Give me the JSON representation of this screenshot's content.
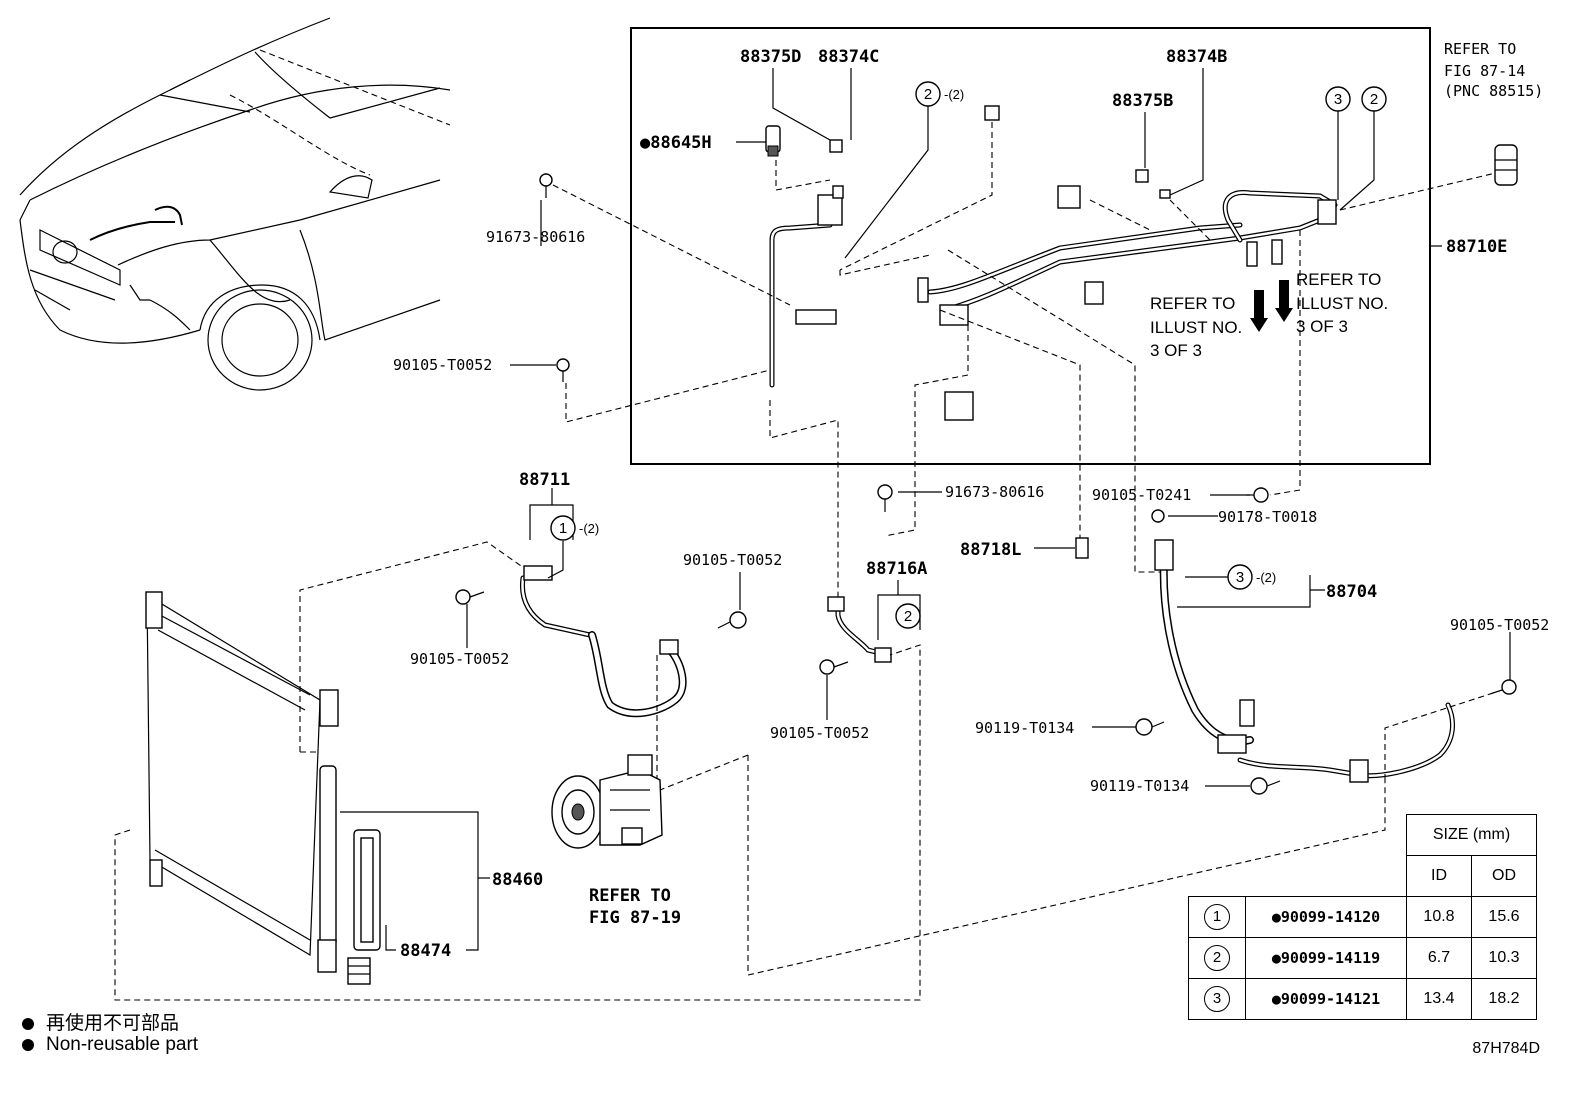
{
  "parts": {
    "p88375D": "88375D",
    "p88374C": "88374C",
    "p88645H": "●88645H",
    "p91673a": "91673-80616",
    "p90105a": "90105-T0052",
    "p88374B": "88374B",
    "p88375B": "88375B",
    "p88710E": "88710E",
    "p88711": "88711",
    "p90105b": "90105-T0052",
    "p90105c": "90105-T0052",
    "p91673b": "91673-80616",
    "p88716A": "88716A",
    "p90105d": "90105-T0052",
    "p90105_t0241": "90105-T0241",
    "p90178": "90178-T0018",
    "p88718L": "88718L",
    "p88704": "88704",
    "p90105e": "90105-T0052",
    "p90119a": "90119-T0134",
    "p90119b": "90119-T0134",
    "p88460": "88460",
    "p88474": "88474"
  },
  "circles": {
    "c2_top": "2",
    "c2_top_qty": "-(2)",
    "c3_right": "3",
    "c2_right": "2",
    "c1_left": "1",
    "c1_left_qty": "-(2)",
    "c2_mid": "2",
    "c3_lower": "3",
    "c3_lower_qty": "-(2)"
  },
  "refs": {
    "fig_87_14_line1": "REFER TO",
    "fig_87_14_line2": "FIG 87-14",
    "fig_87_14_line3": "(PNC 88515)",
    "illust_a_line1": "REFER TO",
    "illust_a_line2": "ILLUST NO.",
    "illust_a_line3": "3 OF 3",
    "illust_b_line1": "REFER TO",
    "illust_b_line2": "ILLUST NO.",
    "illust_b_line3": "3 OF 3",
    "fig_87_19_line1": "REFER TO",
    "fig_87_19_line2": "FIG 87-19"
  },
  "size_table": {
    "header": "SIZE (mm)",
    "col_id": "ID",
    "col_od": "OD",
    "rows": [
      {
        "sym": "1",
        "part": "●90099-14120",
        "id": "10.8",
        "od": "15.6"
      },
      {
        "sym": "2",
        "part": "●90099-14119",
        "id": "6.7",
        "od": "10.3"
      },
      {
        "sym": "3",
        "part": "●90099-14121",
        "id": "13.4",
        "od": "18.2"
      }
    ]
  },
  "legend": {
    "line_cn": "再使用不可部品",
    "line_en": "Non-reusable part"
  },
  "diagram_code": "87H784D"
}
